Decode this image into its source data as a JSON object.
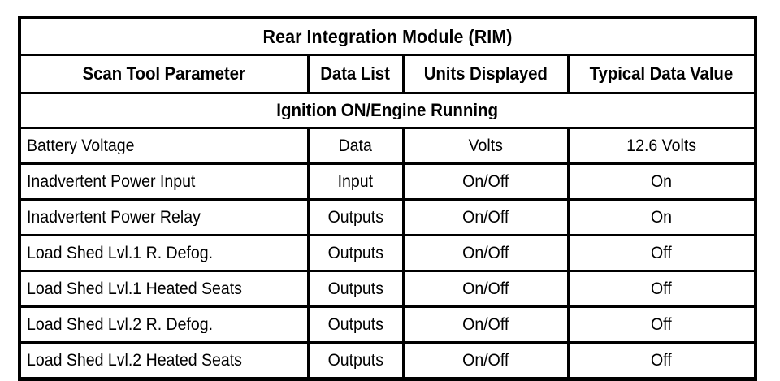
{
  "table": {
    "title": "Rear Integration Module (RIM)",
    "columns": [
      "Scan Tool Parameter",
      "Data List",
      "Units Displayed",
      "Typical Data Value"
    ],
    "sections": [
      {
        "label": "Ignition ON/Engine Running",
        "rows": [
          {
            "parameter": "Battery Voltage",
            "data_list": "Data",
            "units": "Volts",
            "typical_value": "12.6 Volts"
          },
          {
            "parameter": "Inadvertent Power Input",
            "data_list": "Input",
            "units": "On/Off",
            "typical_value": "On"
          },
          {
            "parameter": "Inadvertent Power Relay",
            "data_list": "Outputs",
            "units": "On/Off",
            "typical_value": "On"
          },
          {
            "parameter": "Load Shed Lvl.1 R. Defog.",
            "data_list": "Outputs",
            "units": "On/Off",
            "typical_value": "Off"
          },
          {
            "parameter": "Load Shed Lvl.1 Heated Seats",
            "data_list": "Outputs",
            "units": "On/Off",
            "typical_value": "Off"
          },
          {
            "parameter": "Load Shed Lvl.2 R. Defog.",
            "data_list": "Outputs",
            "units": "On/Off",
            "typical_value": "Off"
          },
          {
            "parameter": "Load Shed Lvl.2 Heated Seats",
            "data_list": "Outputs",
            "units": "On/Off",
            "typical_value": "Off"
          }
        ]
      }
    ],
    "colors": {
      "border": "#000000",
      "background": "#ffffff",
      "text": "#000000"
    }
  }
}
